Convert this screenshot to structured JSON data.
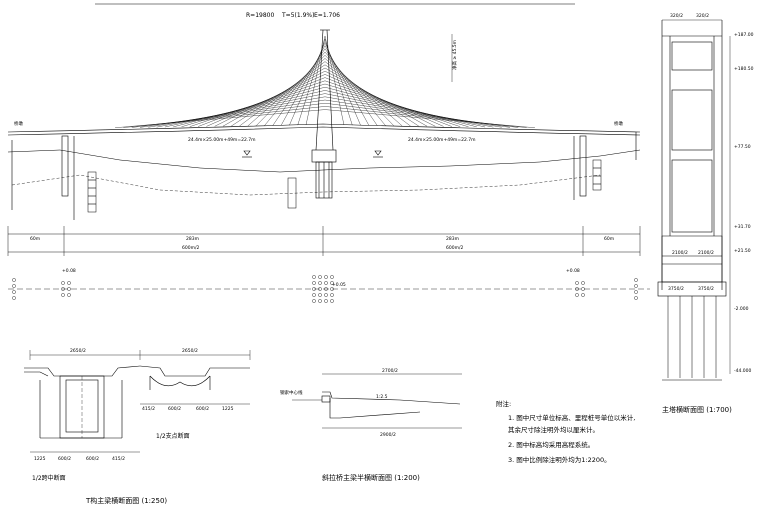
{
  "elevation": {
    "top_labels": {
      "r": "R=19800",
      "t": "T=5(1.9%)",
      "e": "E=1.706"
    },
    "span_left_label": "24.4m×25.00m+49m=22.7m",
    "span_right_label": "24.4m×25.00m+49m=22.7m",
    "pier_left_label": "桥墩",
    "pier_right_label": "桥墩",
    "dims_row1": [
      "60m",
      "283m",
      "283m",
      "60m"
    ],
    "dims_row2": [
      "600m/2",
      "600m/2"
    ],
    "pylon_height_label": "净高 ≥ 45.5m"
  },
  "plan": {
    "label_left": "+0.08",
    "label_center": "+0.05",
    "label_right": "+0.08"
  },
  "section_girder": {
    "top_width_left": "2650/2",
    "top_width_right": "2650/2",
    "bottom_dims": [
      "1225",
      "600/2",
      "600/2",
      "415/2"
    ],
    "bottom_dims_right": [
      "415/2",
      "600/2",
      "600/2",
      "1225"
    ],
    "half_section_label": "1/2跨中断面",
    "half_support_label": "1/2支点断面",
    "title": "T构主梁横断面图 (1:250)"
  },
  "cable": {
    "top_dim": "2700/2",
    "bottom_dim": "2900/2",
    "slope": "1:2.5",
    "left_label": "钢索中心线",
    "title": "斜拉桥主梁半横断面图 (1:200)"
  },
  "notes": {
    "heading": "附注:",
    "items": [
      "1. 图中尺寸单位标高、里程桩号单位以米计,",
      "   其余尺寸除注明外均以厘米计。",
      "2. 图中标高均采用高程系统。",
      "3. 图中比例除注明外均为1:2200。"
    ]
  },
  "tower": {
    "top_dims": [
      "320/2",
      "320/2"
    ],
    "elevations": [
      "+187.00",
      "+180.50",
      "+77.50",
      "+31.70",
      "+21.50",
      "-2.000",
      "-44.000"
    ],
    "mid_dims": [
      "2100/2",
      "2100/2"
    ],
    "base_dims": [
      "3750/2",
      "3750/2"
    ],
    "title": "主塔横断面图 (1:700)"
  }
}
